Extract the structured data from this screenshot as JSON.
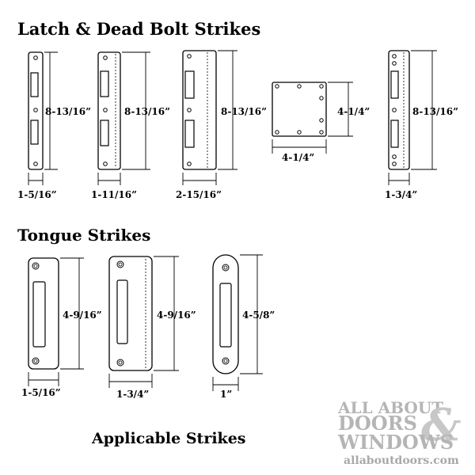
{
  "headings": {
    "latch": "Latch & Dead Bolt Strikes",
    "tongue": "Tongue Strikes",
    "applicable": "Applicable Strikes"
  },
  "latch_strikes": [
    {
      "height": "8-13/16”",
      "width": "1-5/16”"
    },
    {
      "height": "8-13/16”",
      "width": "1-11/16”"
    },
    {
      "height": "8-13/16”",
      "width": "2-15/16”"
    },
    {
      "height": "4-1/4”",
      "width": "4-1/4”"
    },
    {
      "height": "8-13/16”",
      "width": "1-3/4”"
    }
  ],
  "tongue_strikes": [
    {
      "height": "4-9/16”",
      "width": "1-5/16”"
    },
    {
      "height": "4-9/16”",
      "width": "1-3/4”"
    },
    {
      "height": "4-5/8”",
      "width": "1”"
    }
  ],
  "logo": {
    "line1": "ALL ABOUT",
    "line2": "DOORS",
    "amp": "&",
    "line3": "WINDOWS",
    "url": "allaboutdoors.com",
    "color": "#b5b5b5"
  }
}
